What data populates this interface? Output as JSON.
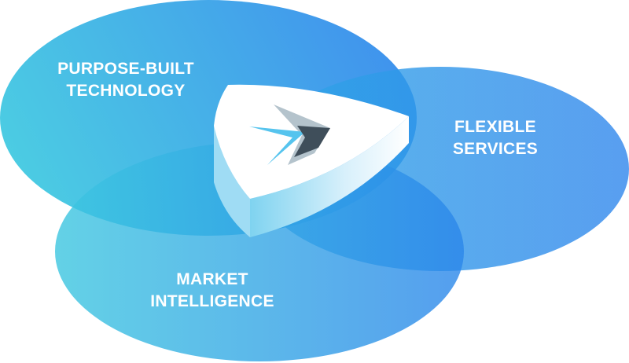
{
  "diagram": {
    "circles": [
      {
        "id": "technology",
        "lines": [
          "PURPOSE-BUILT",
          "TECHNOLOGY"
        ]
      },
      {
        "id": "services",
        "lines": [
          "FLEXIBLE",
          "SERVICES"
        ]
      },
      {
        "id": "intelligence",
        "lines": [
          "MARKET",
          "INTELLIGENCE"
        ]
      }
    ],
    "center_icon": "arrow-logo-icon",
    "colors": {
      "cyan": "#3cc6e0",
      "blue": "#2f86ea",
      "white": "#ffffff",
      "arrow_light": "#56c4ee",
      "arrow_dark": "#3f4e5a"
    }
  }
}
